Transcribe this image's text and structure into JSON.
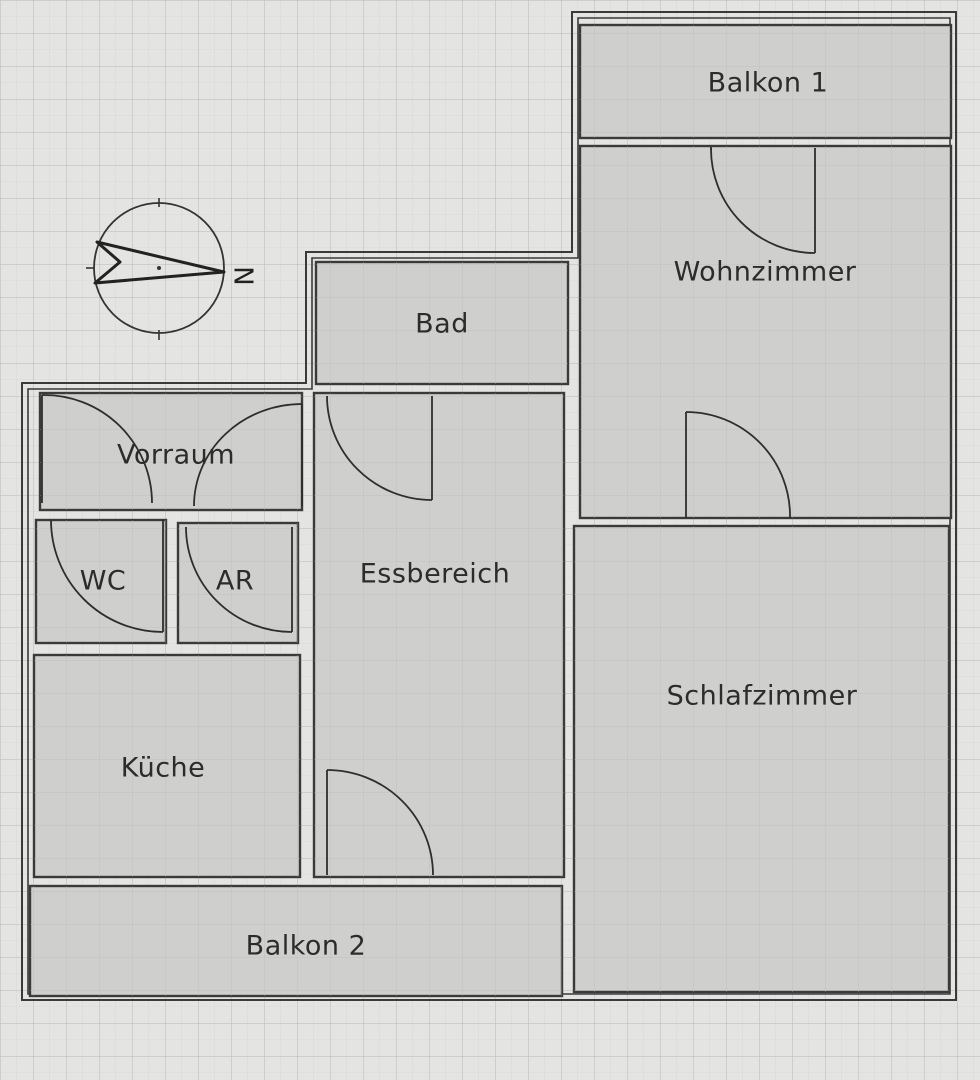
{
  "compass": {
    "letter": "N"
  },
  "rooms": {
    "balkon1": "Balkon 1",
    "wohnzimmer": "Wohnzimmer",
    "bad": "Bad",
    "vorraum": "Vorraum",
    "wc": "WC",
    "ar": "AR",
    "essbereich": "Essbereich",
    "schlafzimmer": "Schlafzimmer",
    "kueche": "Küche",
    "balkon2": "Balkon 2"
  },
  "colors": {
    "paper": "#e4e4e2",
    "room_fill": "#cfcfcd",
    "grid": "#b9b9b7",
    "wall": "#3a3a3a",
    "text": "#2c2c2c"
  }
}
